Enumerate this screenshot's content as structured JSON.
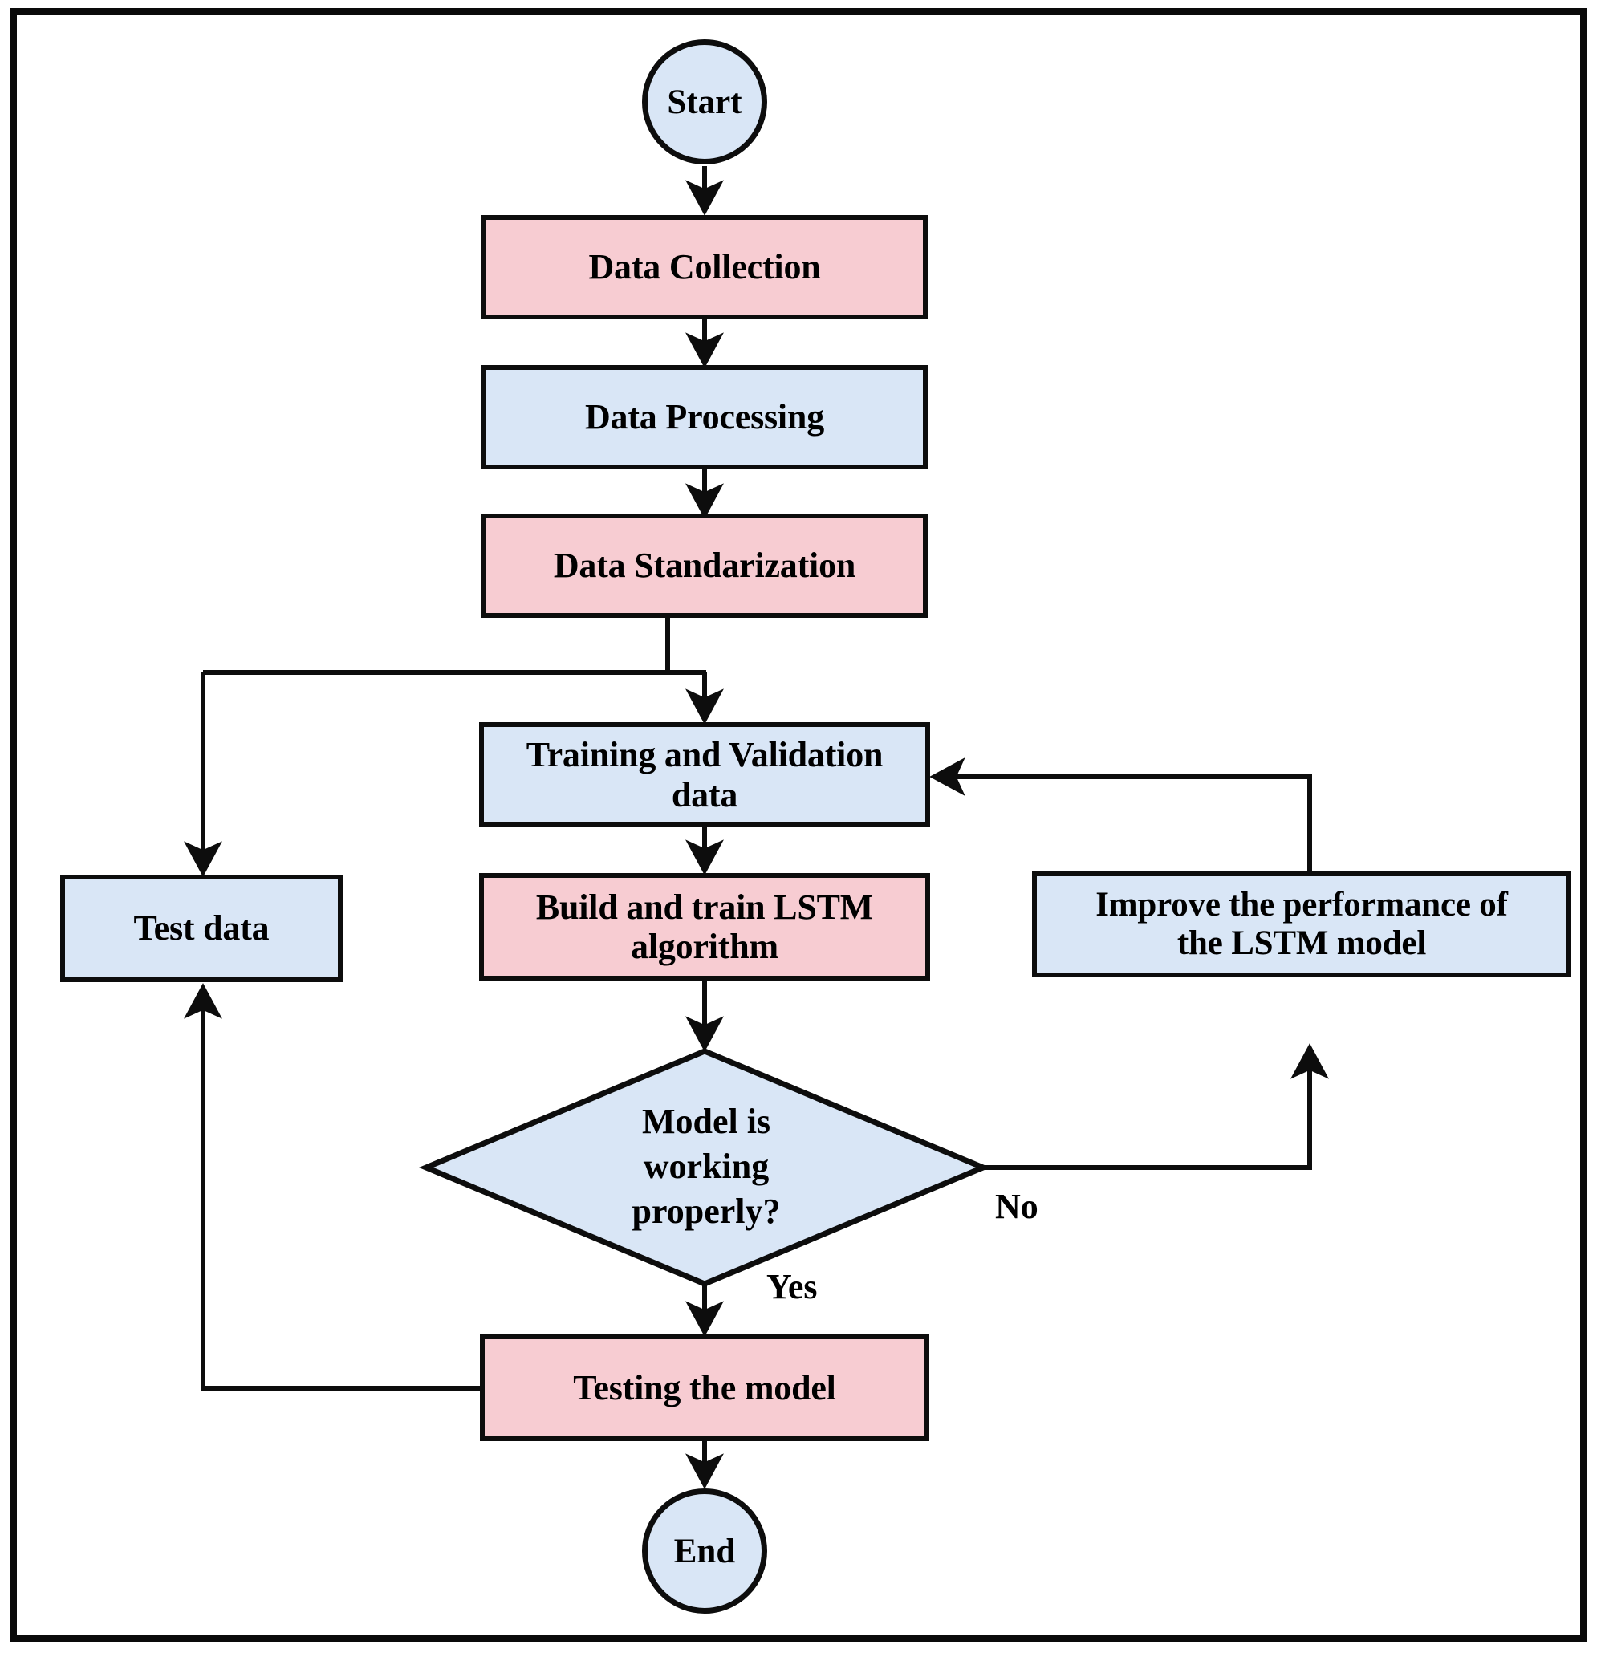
{
  "diagram": {
    "title": "LSTM model workflow flowchart",
    "type": "flowchart",
    "colors": {
      "pink_fill": "#f7ccd2",
      "blue_fill": "#d9e6f6",
      "stroke": "#0d0d0d",
      "background": "#ffffff",
      "frame": "#0a0a0a"
    },
    "nodes": {
      "start": {
        "label": "Start",
        "shape": "circle",
        "fill": "blue"
      },
      "data_collection": {
        "label": "Data Collection",
        "shape": "rectangle",
        "fill": "pink"
      },
      "data_processing": {
        "label": "Data Processing",
        "shape": "rectangle",
        "fill": "blue"
      },
      "data_standarization": {
        "label": "Data Standarization",
        "shape": "rectangle",
        "fill": "pink"
      },
      "training_validation": {
        "label": "Training and Validation\ndata",
        "shape": "rectangle",
        "fill": "blue"
      },
      "test_data": {
        "label": "Test data",
        "shape": "rectangle",
        "fill": "blue"
      },
      "build_train_lstm": {
        "label": "Build and train LSTM\nalgorithm",
        "shape": "rectangle",
        "fill": "pink"
      },
      "improve_performance": {
        "label": "Improve the performance of\nthe LSTM model",
        "shape": "rectangle",
        "fill": "blue"
      },
      "decision": {
        "label": "Model is\nworking\nproperly?",
        "shape": "diamond",
        "fill": "blue"
      },
      "testing_model": {
        "label": "Testing the model",
        "shape": "rectangle",
        "fill": "pink"
      },
      "end": {
        "label": "End",
        "shape": "circle",
        "fill": "blue"
      }
    },
    "edge_labels": {
      "no": "No",
      "yes": "Yes"
    },
    "edges": [
      {
        "from": "start",
        "to": "data_collection",
        "label": ""
      },
      {
        "from": "data_collection",
        "to": "data_processing",
        "label": ""
      },
      {
        "from": "data_processing",
        "to": "data_standarization",
        "label": ""
      },
      {
        "from": "data_standarization",
        "to": "training_validation",
        "label": ""
      },
      {
        "from": "data_standarization",
        "to": "test_data",
        "label": ""
      },
      {
        "from": "training_validation",
        "to": "build_train_lstm",
        "label": ""
      },
      {
        "from": "build_train_lstm",
        "to": "decision",
        "label": ""
      },
      {
        "from": "decision",
        "to": "improve_performance",
        "label": "No"
      },
      {
        "from": "improve_performance",
        "to": "training_validation",
        "label": ""
      },
      {
        "from": "decision",
        "to": "testing_model",
        "label": "Yes"
      },
      {
        "from": "testing_model",
        "to": "test_data",
        "label": ""
      },
      {
        "from": "testing_model",
        "to": "end",
        "label": ""
      }
    ]
  }
}
